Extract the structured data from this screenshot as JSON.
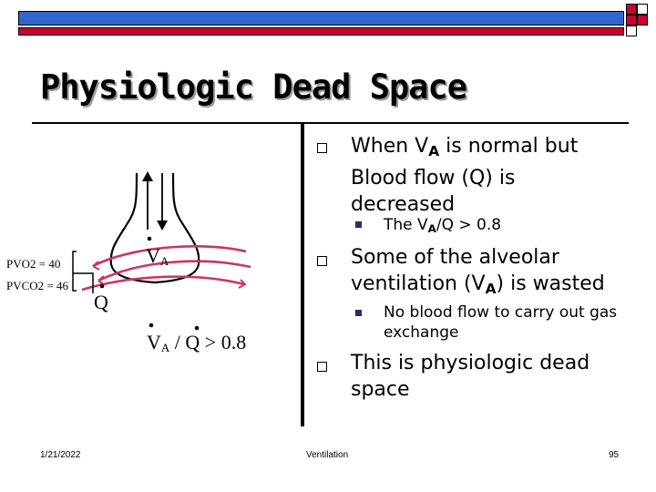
{
  "colors": {
    "header_blue": "#3366cc",
    "header_red": "#cc0033",
    "curve": "#cc3366",
    "bullet_sub": "#222f66"
  },
  "title": "Physiologic Dead Space",
  "bullets": [
    {
      "parts": [
        "When V",
        "A",
        " is normal but Blood flow (Q) is decreased"
      ],
      "sub": [
        {
          "parts": [
            "The V",
            "A",
            "/Q > 0.8"
          ]
        }
      ]
    },
    {
      "parts": [
        "Some of the alveolar ventilation (V",
        "A",
        ") is wasted"
      ],
      "sub": [
        {
          "text": "No blood flow to carry out gas exchange"
        }
      ]
    },
    {
      "text": "This is physiologic dead space"
    }
  ],
  "diagram": {
    "va_label": "V",
    "va_sub": "A",
    "q_label": "Q",
    "ratio": [
      "V",
      "A",
      " / ",
      "Q",
      " > 0.8"
    ],
    "pvo2": "PVO2 = 40",
    "pvco2": "PVCO2 = 46"
  },
  "footer": {
    "date": "1/21/2022",
    "center": "Ventilation",
    "page": "95"
  }
}
